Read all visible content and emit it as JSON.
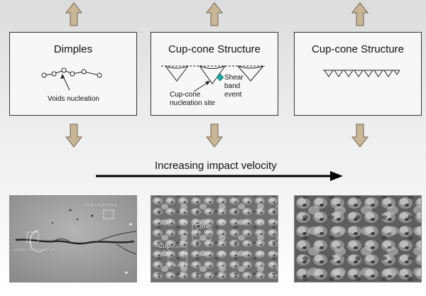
{
  "panels": {
    "dimples": {
      "title": "Dimples",
      "annotation": "Voids nucleation"
    },
    "cupcone_mid": {
      "title": "Cup-cone Structure",
      "annotation_site": "Cup-cone\nnucleation site",
      "annotation_shear": "Shear\nband\nevent"
    },
    "cupcone_high": {
      "title": "Cup-cone Structure"
    }
  },
  "velocity_label": "Increasing impact velocity",
  "micrographs": {
    "left": {
      "label_nucleation": "Void nucleation",
      "label_coalescence": "Voids coalescence"
    },
    "middle": {
      "label_cone": "Cone",
      "label_cup": "Cup"
    }
  },
  "colors": {
    "arrow_fill": "#c9b697",
    "arrow_stroke": "#6e6250",
    "shear_marker": "#1aa7a0"
  }
}
